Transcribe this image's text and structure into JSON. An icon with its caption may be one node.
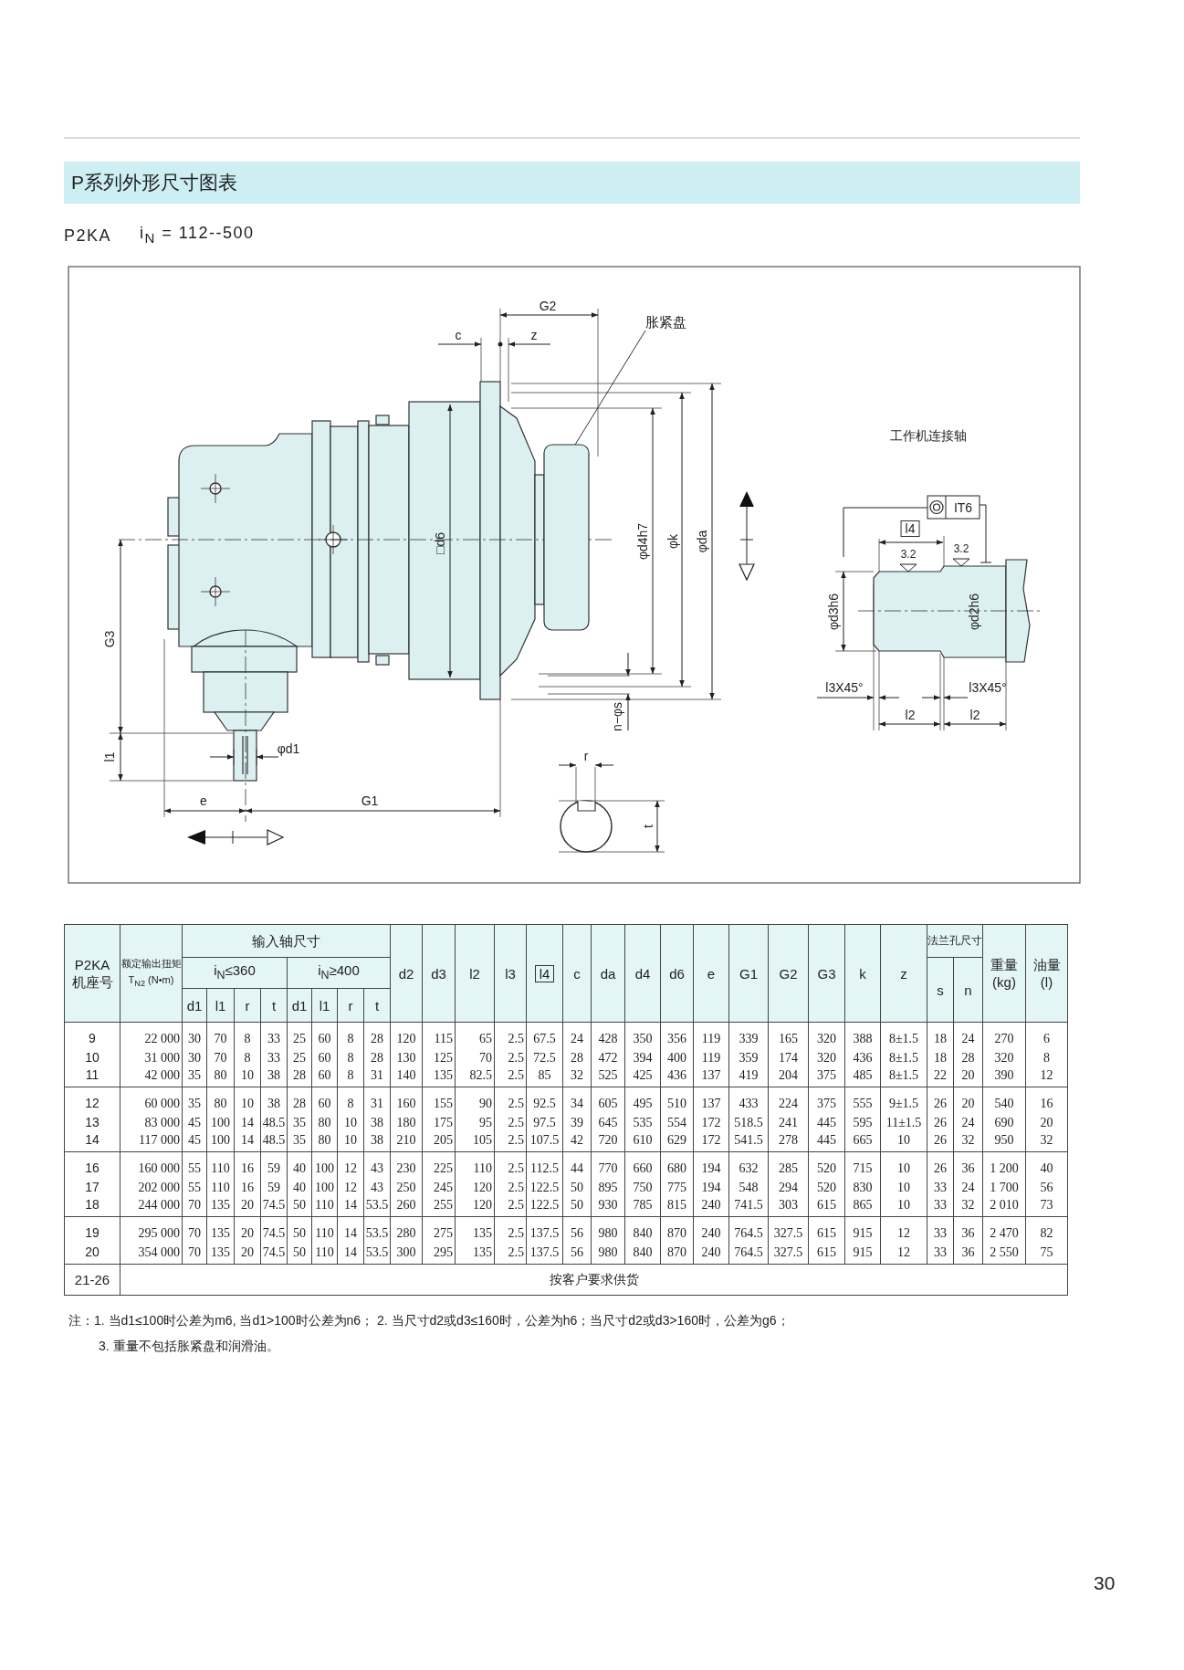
{
  "diagram": {
    "title": "P系列外形尺寸图表",
    "nodes": [
      {
        "text": [
          "胀紧盘"
        ]
      },
      {
        "text": [],
        "shape": "box"
      }
    ],
    "edges": [
      {
        "from": 0,
        "to": 1,
        "arrow": "none"
      }
    ],
    "labels": [
      "P2KA",
      "i$_{N}$ = 112--500",
      "G2",
      "c",
      "z",
      "□d6",
      "φd4h7",
      "φk",
      "φda",
      "工作机连接轴",
      "IT6",
      "l4",
      "3.2",
      "3.2",
      "φd3h6",
      "φd2h6",
      "G3",
      "n−φs",
      "l3X45°",
      "l3X45°",
      "l2",
      "l2",
      "l1",
      "φd1",
      "r",
      "e",
      "G1",
      "t",
      "P2KA 机座号",
      "额定输出扭矩 T$_{N2}$ (N•m)",
      "输入轴尺寸",
      "d2",
      "d3",
      "l2",
      "l3",
      "l4",
      "c",
      "da",
      "d4",
      "d6",
      "e",
      "G1",
      "G2",
      "G3",
      "k",
      "z",
      "法兰孔尺寸",
      "重量 (kg)",
      "油量 (l)",
      "i$_{N}$≤360",
      "i$_{N}$≥400",
      "s",
      "n",
      "d1",
      "l1",
      "r",
      "t",
      "d1",
      "l1",
      "r",
      "t",
      "9",
      "22 000",
      "30",
      "70",
      "8",
      "33",
      "25",
      "60",
      "8",
      "28",
      "120",
      "115",
      "65",
      "2.5",
      "67.5",
      "24",
      "428",
      "350",
      "356",
      "119",
      "339",
      "165",
      "320",
      "388",
      "8±1.5",
      "18",
      "24",
      "270",
      "6",
      "10",
      "31 000",
      "30",
      "70",
      "8",
      "33",
      "25",
      "60",
      "8",
      "28",
      "130",
      "125",
      "70",
      "2.5",
      "72.5",
      "28",
      "472",
      "394",
      "400",
      "119",
      "359",
      "174",
      "320",
      "436",
      "8±1.5",
      "18",
      "28",
      "320",
      "8",
      "11",
      "42 000",
      "35",
      "80",
      "10",
      "38",
      "28",
      "60",
      "8",
      "31",
      "140",
      "135",
      "82.5",
      "2.5",
      "85",
      "32",
      "525",
      "425",
      "436",
      "137",
      "419",
      "204",
      "375",
      "485",
      "8±1.5",
      "22",
      "20",
      "390",
      "12",
      "12",
      "60 000",
      "35",
      "80",
      "10",
      "38",
      "28",
      "60",
      "8",
      "31",
      "160",
      "155",
      "90",
      "2.5",
      "92.5",
      "34",
      "605",
      "495",
      "510",
      "137",
      "433",
      "224",
      "375",
      "555",
      "9±1.5",
      "26",
      "20",
      "540",
      "16",
      "13",
      "83 000",
      "45",
      "100",
      "14",
      "48.5",
      "35",
      "80",
      "10",
      "38",
      "180",
      "175",
      "95",
      "2.5",
      "97.5",
      "39",
      "645",
      "535",
      "554",
      "172",
      "518.5",
      "241",
      "445",
      "595",
      "11±1.5",
      "26",
      "24",
      "690",
      "20",
      "14",
      "117 000",
      "45",
      "100",
      "14",
      "48.5",
      "35",
      "80",
      "10",
      "38",
      "210",
      "205",
      "105",
      "2.5",
      "107.5",
      "42",
      "720",
      "610",
      "629",
      "172",
      "541.5",
      "278",
      "445",
      "665",
      "10",
      "26",
      "32",
      "950",
      "32",
      "16",
      "160 000",
      "55",
      "110",
      "16",
      "59",
      "40",
      "100",
      "12",
      "43",
      "230",
      "225",
      "110",
      "2.5",
      "112.5",
      "44",
      "770",
      "660",
      "680",
      "194",
      "632",
      "285",
      "520",
      "715",
      "10",
      "26",
      "36",
      "1 200",
      "40",
      "17",
      "202 000",
      "55",
      "110",
      "16",
      "59",
      "40",
      "100",
      "12",
      "43",
      "250",
      "245",
      "120",
      "2.5",
      "122.5",
      "50",
      "895",
      "750",
      "775",
      "194",
      "548",
      "294",
      "520",
      "830",
      "10",
      "33",
      "24",
      "1 700",
      "56",
      "18",
      "244 000",
      "70",
      "135",
      "20",
      "74.5",
      "50",
      "110",
      "14",
      "53.5",
      "260",
      "255",
      "120",
      "2.5",
      "122.5",
      "50",
      "930",
      "785",
      "815",
      "240",
      "741.5",
      "303",
      "615",
      "865",
      "10",
      "33",
      "32",
      "2 010",
      "73",
      "19",
      "295 000",
      "70",
      "135",
      "20",
      "74.5",
      "50",
      "110",
      "14",
      "53.5",
      "280",
      "275",
      "135",
      "2.5",
      "137.5",
      "56",
      "980",
      "840",
      "870",
      "240",
      "764.5",
      "327.5",
      "615",
      "915",
      "12",
      "33",
      "36",
      "2 470",
      "82",
      "20",
      "354 000",
      "70",
      "135",
      "20",
      "74.5",
      "50",
      "110",
      "14",
      "53.5",
      "300",
      "295",
      "135",
      "2.5",
      "137.5",
      "56",
      "980",
      "840",
      "870",
      "240",
      "764.5",
      "327.5",
      "615",
      "915",
      "12",
      "33",
      "36",
      "2 550",
      "75",
      "21-26",
      "按客户要求供货",
      "注：1. 当d1≤100时公差为m6, 当d1>100时公差为n6； 2. 当尺寸d2或d3≤160时，公差为h6；当尺寸d2或d3>160时，公差为g6；",
      "3. 重量不包括胀紧盘和润滑油。",
      "30"
    ]
  }
}
